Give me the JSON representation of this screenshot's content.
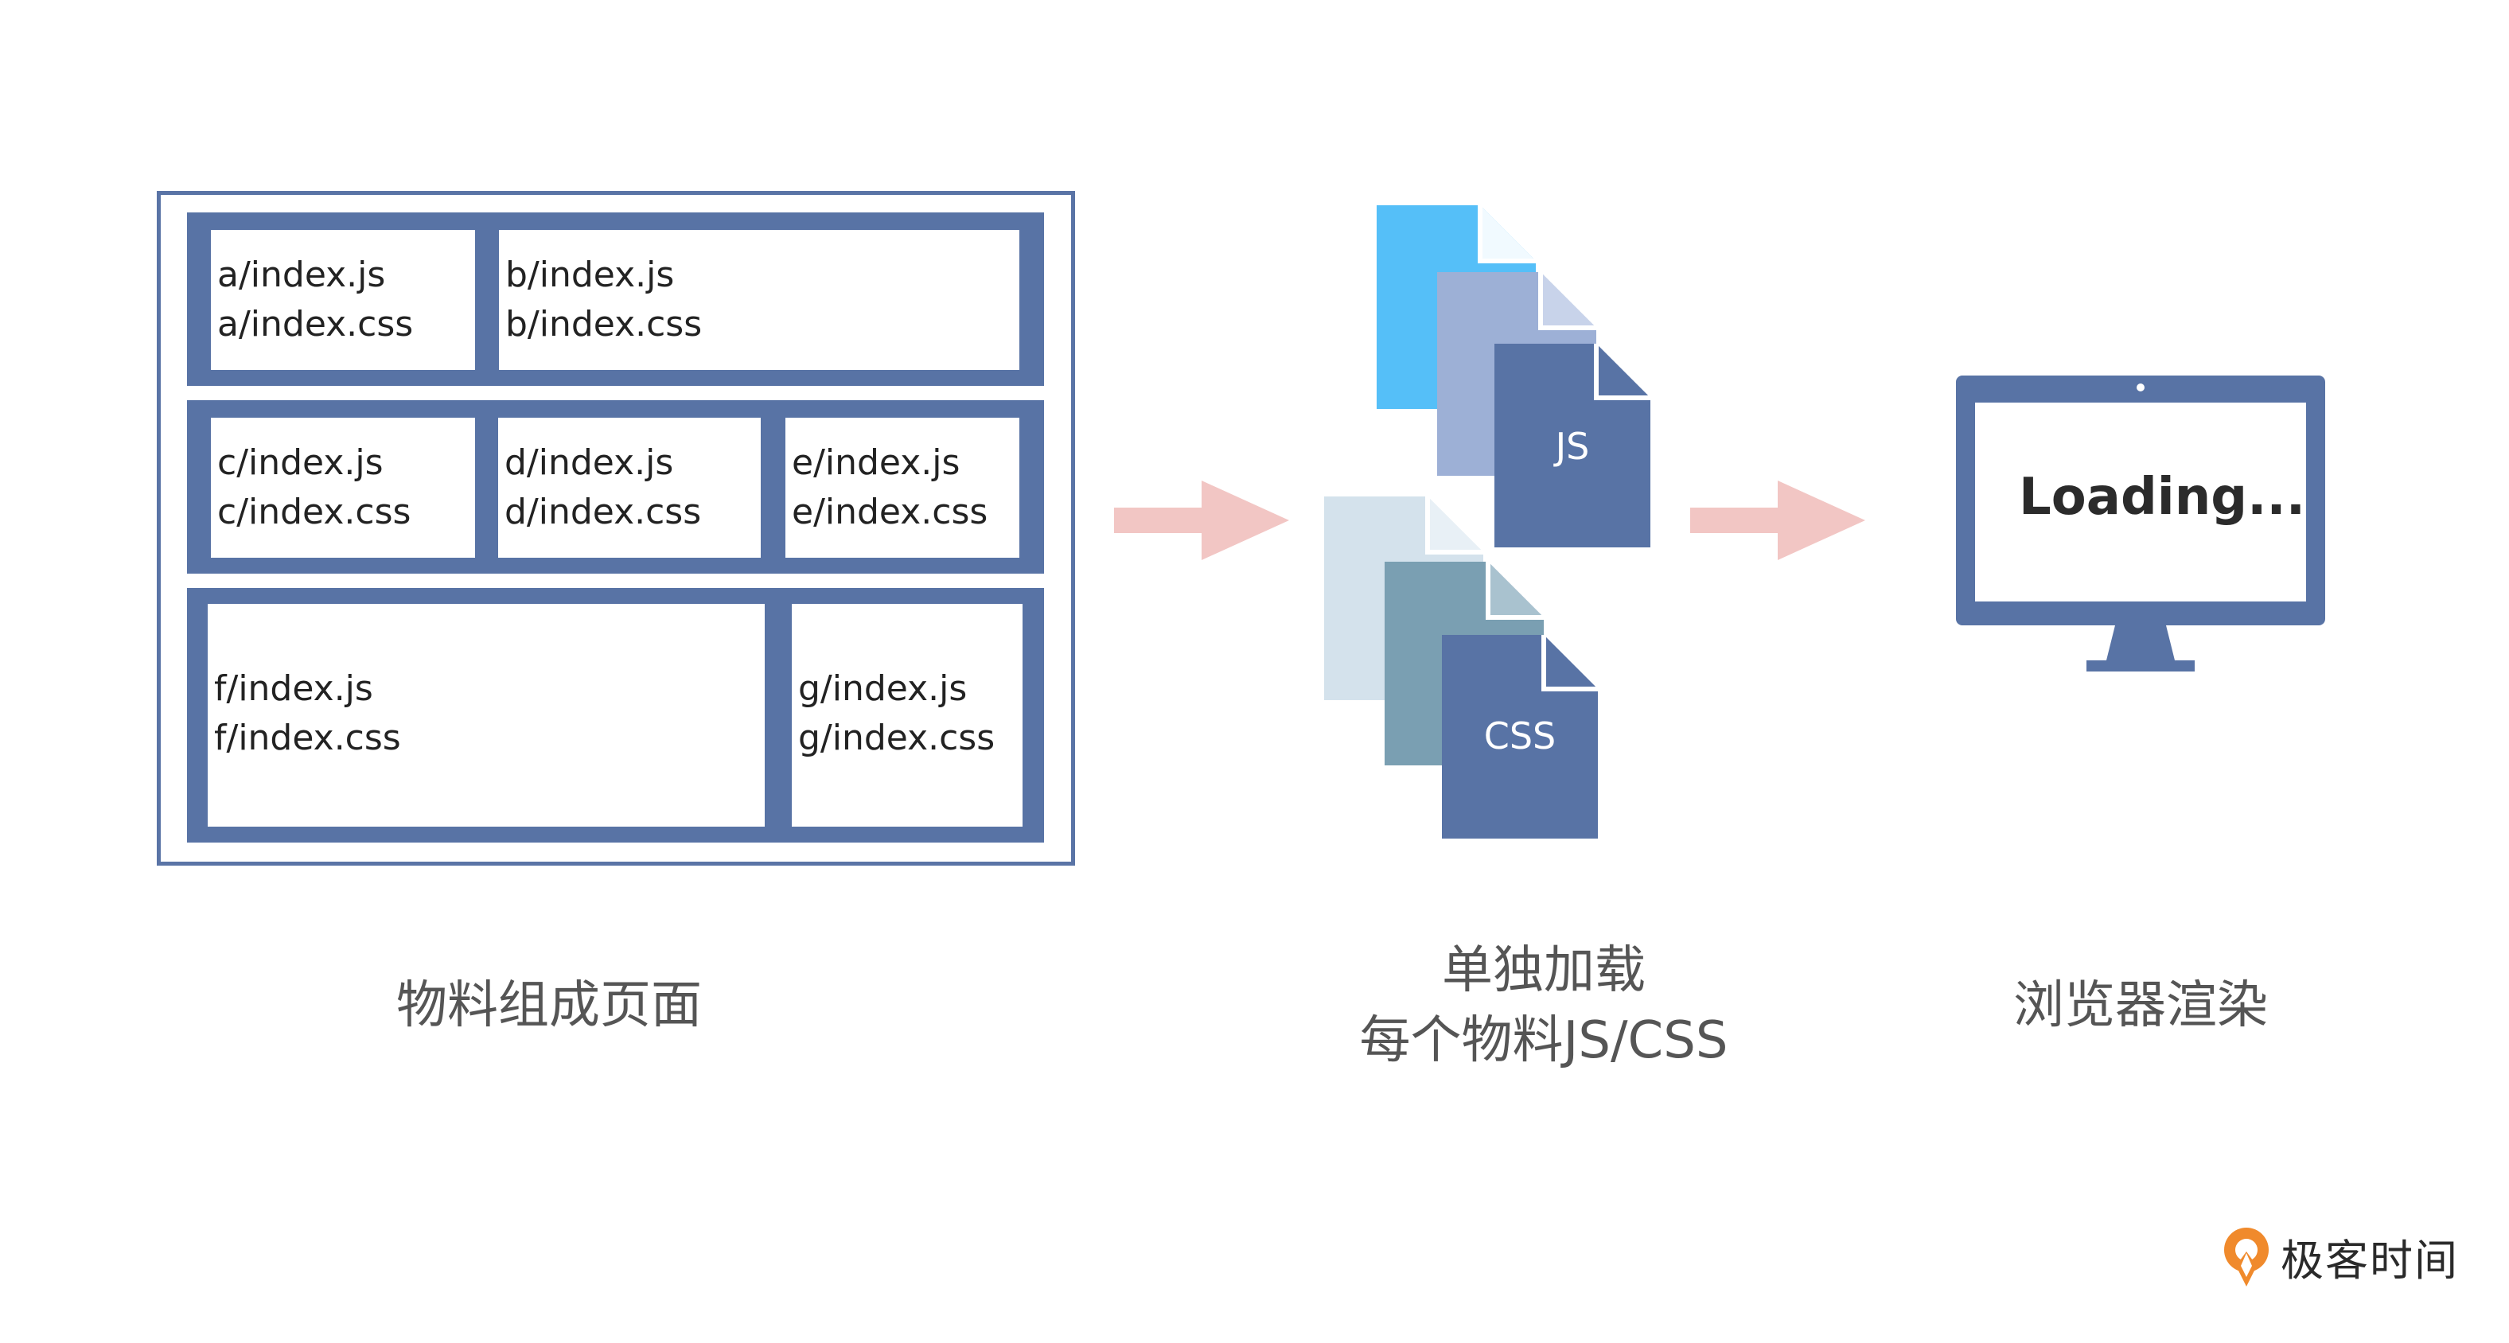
{
  "page_frame": {
    "rows": [
      {
        "modules": [
          {
            "id": "a",
            "lines": [
              "a/index.js",
              "a/index.css"
            ]
          },
          {
            "id": "b",
            "lines": [
              "b/index.js",
              "b/index.css"
            ]
          }
        ]
      },
      {
        "modules": [
          {
            "id": "c",
            "lines": [
              "c/index.js",
              "c/index.css"
            ]
          },
          {
            "id": "d",
            "lines": [
              "d/index.js",
              "d/index.css"
            ]
          },
          {
            "id": "e",
            "lines": [
              "e/index.js",
              "e/index.css"
            ]
          }
        ]
      },
      {
        "modules": [
          {
            "id": "f",
            "lines": [
              "f/index.js",
              "f/index.css"
            ]
          },
          {
            "id": "g",
            "lines": [
              "g/index.js",
              "g/index.css"
            ]
          }
        ]
      }
    ]
  },
  "files": {
    "js_label": "JS",
    "css_label": "CSS"
  },
  "monitor": {
    "screen_text": "Loading..."
  },
  "captions": {
    "left": "物料组成页面",
    "middle_line1": "单独加载",
    "middle_line2": "每个物料JS/CSS",
    "right": "浏览器渲染"
  },
  "brand": {
    "name": "极客时间"
  },
  "colors": {
    "frame_blue": "#5873a5",
    "arrow_pink": "#f2c6c4",
    "file_sky": "#55bff8",
    "file_periwinkle": "#9db0d6",
    "file_navy": "#5873a5",
    "file_pale": "#d4e2ec",
    "file_teal": "#7a9fb2",
    "brand_orange": "#f08a2c"
  }
}
